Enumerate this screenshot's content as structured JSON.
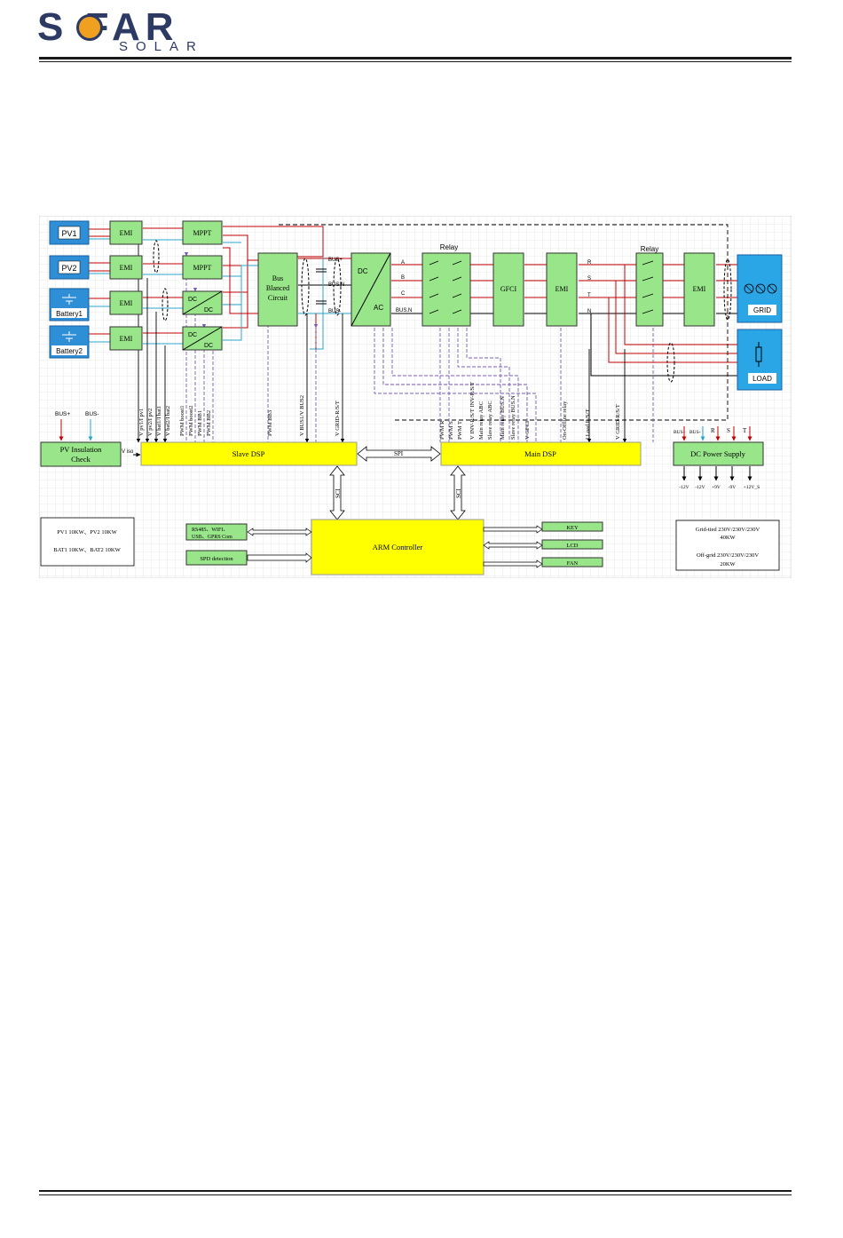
{
  "header": {
    "logo_main": "S FAR",
    "logo_sub": "SOLAR"
  },
  "blocks": {
    "pv1": "PV1",
    "pv2": "PV2",
    "battery1": "Battery1",
    "battery2": "Battery2",
    "emi": "EMI",
    "mppt": "MPPT",
    "dc": "DC",
    "ac": "AC",
    "bus_balanced": [
      "Bus",
      "Blanced",
      "Circuit"
    ],
    "relay": "Relay",
    "gfci": "GFCI",
    "grid": "GRID",
    "load": "LOAD",
    "pv_insulation": [
      "PV Insulation",
      "Check"
    ],
    "slave_dsp": "Slave DSP",
    "main_dsp": "Main DSP",
    "dc_power_supply": "DC Power Supply",
    "arm_controller": "ARM Controller",
    "comm": [
      "RS485、WIFI、",
      "USB、GPRS Com"
    ],
    "spd": "SPD detection",
    "key": "KEY",
    "lcd": "LCD",
    "fan": "FAN",
    "spi": "SPI",
    "sci1": "SCI",
    "sci2": "SCI"
  },
  "bus_labels": {
    "bus_plus": "BUS+",
    "bus_n": "BUS.N",
    "bus_minus": "BUS-",
    "bus_n2": "BUS.N",
    "phase_a": "A",
    "phase_b": "B",
    "phase_c": "C",
    "phase_r": "R",
    "phase_s": "S",
    "phase_t": "T",
    "phase_n": "N",
    "left_bus_plus": "BUS+",
    "left_bus_minus": "BUS-",
    "viso": "V iso"
  },
  "signals": {
    "slave_left": [
      "V pv1/I pv1",
      "V pv2/I pv2",
      "V bat1/I bat1",
      "V bat2/I bat2",
      "PWM boost1",
      "PWM boost2",
      "PWM BB1",
      "PWM BB2"
    ],
    "pwm_bb3": "PWM BB3",
    "vbus": "V BUS1/V BUS2",
    "vgrid_slave": "V GRID-R/S/T",
    "main": [
      "PWM R",
      "PWM S",
      "PWM T",
      "V INV-R/S/T INV-R/S/T",
      "Main relay ABC",
      "Slave relay ABC",
      "Main relay BUS.N",
      "Slave relay BUS.N",
      "V GFCI"
    ],
    "on_off": "On-Offline relay",
    "load_rst": "I Load R/S/T",
    "vgrid_main": "V GRID-R/S/T"
  },
  "power_supply": {
    "inputs": [
      "BUS+",
      "BUS-",
      "R",
      "S",
      "T"
    ],
    "outputs": [
      "-12V",
      "-12V",
      "+9V",
      "-9V",
      "+12V_S"
    ]
  },
  "notes": {
    "pv_bat": [
      "PV1 10KW、PV2 10KW",
      "BAT1 10KW、BAT2 10KW"
    ],
    "grid": [
      "Grid-tied 230V/230V/230V",
      "40KW",
      "Off-grid 230V/230V/230V",
      "20KW"
    ]
  },
  "colors": {
    "green": "#99e68a",
    "yellow": "#ffff00",
    "blue_panel": "#2e8fd6",
    "grid_blue": "#2aa6e6",
    "red": "#c00000",
    "cyan": "#2ba6c9",
    "purple": "#7b5fb5",
    "logo_navy": "#2d3a63",
    "logo_gold": "#f0a020"
  }
}
